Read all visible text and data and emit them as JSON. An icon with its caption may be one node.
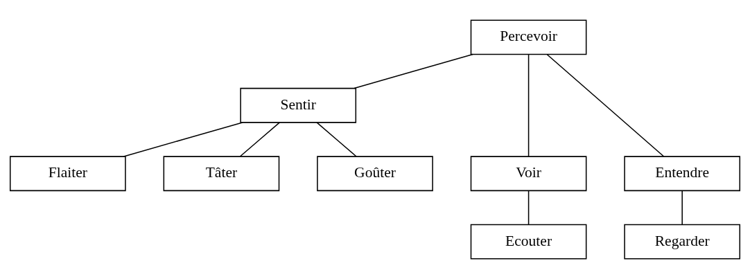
{
  "diagram": {
    "nodes": [
      {
        "text": [
          "Percevoir"
        ]
      },
      {
        "text": [
          "Sentir"
        ]
      },
      {
        "text": [
          "Voir"
        ]
      },
      {
        "text": [
          "Flaiter"
        ]
      },
      {
        "text": [
          "Tâter"
        ]
      },
      {
        "text": [
          "Goûter"
        ]
      },
      {
        "text": [
          "Entendre"
        ]
      },
      {
        "text": [
          "Ecouter"
        ]
      },
      {
        "text": [
          "Regarder"
        ]
      }
    ],
    "edges": [
      {
        "from": 0,
        "to": 1,
        "arrow": "none"
      },
      {
        "from": 0,
        "to": 2,
        "arrow": "none"
      },
      {
        "from": 0,
        "to": 6,
        "arrow": "none"
      },
      {
        "from": 1,
        "to": 3,
        "arrow": "none"
      },
      {
        "from": 1,
        "to": 4,
        "arrow": "none"
      },
      {
        "from": 1,
        "to": 5,
        "arrow": "none"
      },
      {
        "from": 2,
        "to": 7,
        "arrow": "none"
      },
      {
        "from": 6,
        "to": 8,
        "arrow": "none"
      }
    ]
  }
}
